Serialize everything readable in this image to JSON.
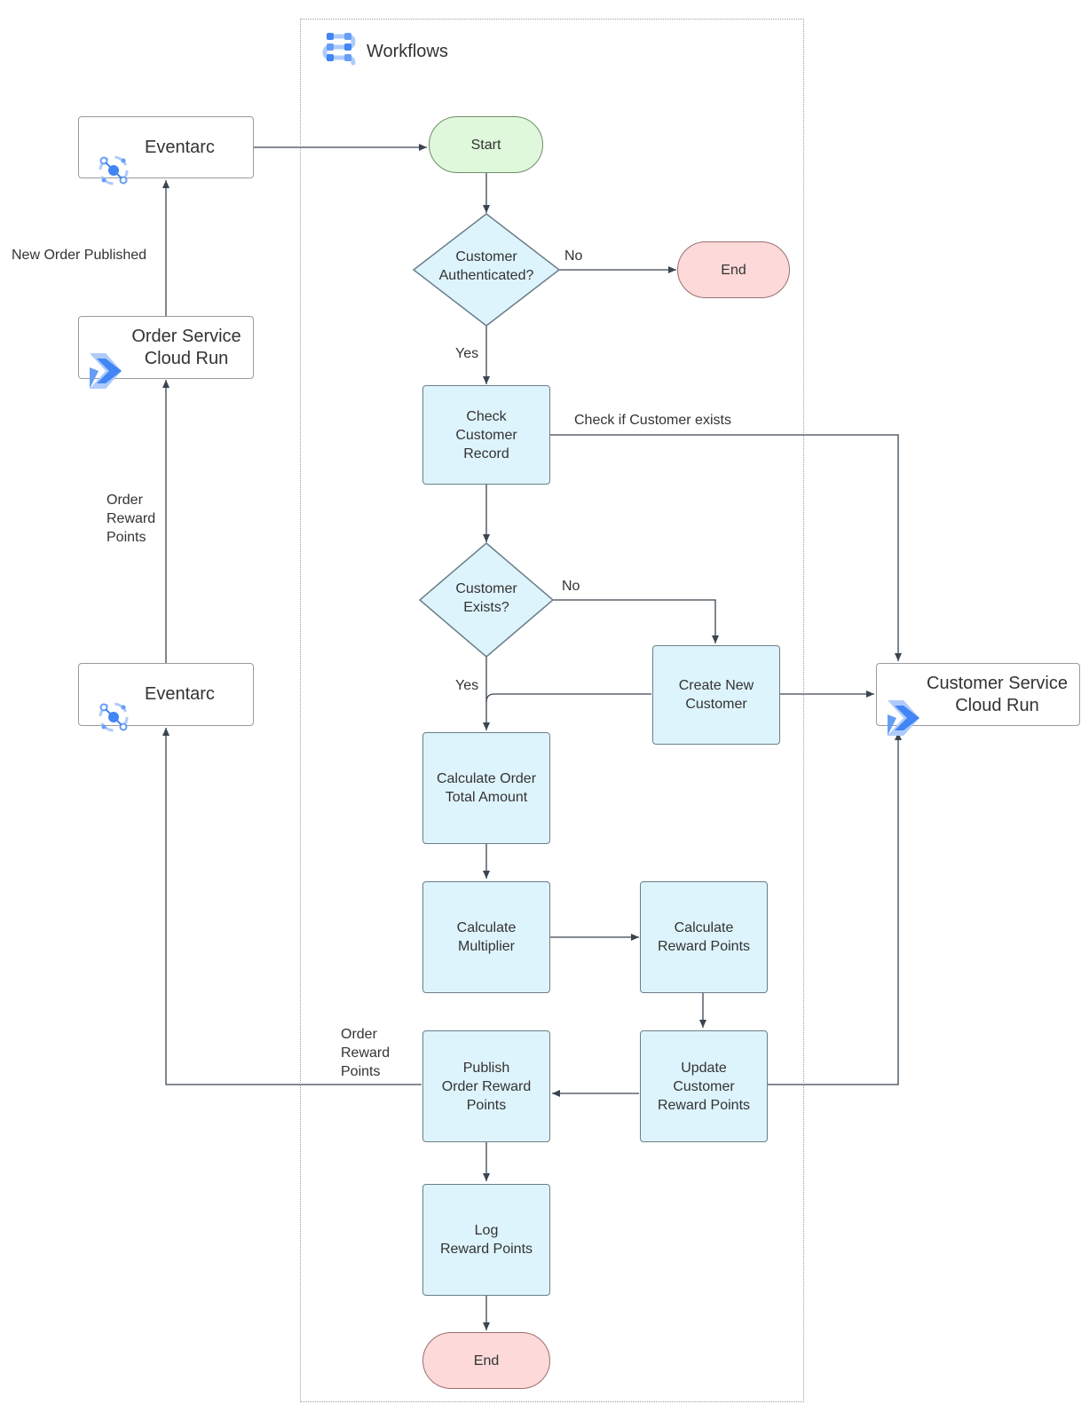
{
  "group": {
    "title": "Workflows",
    "icon": "workflows-icon"
  },
  "nodes": {
    "eventarc_top": "Eventarc",
    "order_service": "Order Service\nCloud Run",
    "eventarc_bottom": "Eventarc",
    "start": "Start",
    "customer_authenticated": "Customer\nAuthenticated?",
    "end_top": "End",
    "check_customer_record": "Check\nCustomer\nRecord",
    "customer_exists": "Customer\nExists?",
    "create_new_customer": "Create New\nCustomer",
    "customer_service": "Customer Service\nCloud Run",
    "calculate_order_total": "Calculate Order\nTotal Amount",
    "calculate_multiplier": "Calculate\nMultiplier",
    "calculate_reward_points": "Calculate\nReward Points",
    "publish_order_reward_points": "Publish\nOrder Reward\nPoints",
    "update_customer_reward_points": "Update\nCustomer\nReward Points",
    "log_reward_points": "Log\nReward Points",
    "end_bottom": "End"
  },
  "edge_labels": {
    "new_order_published": "New Order Published",
    "order_reward_points_left": "Order\nReward\nPoints",
    "auth_no": "No",
    "auth_yes": "Yes",
    "check_if_customer_exists": "Check if Customer exists",
    "exists_no": "No",
    "exists_yes": "Yes",
    "order_reward_points_publish": "Order\nReward\nPoints"
  },
  "icons": {
    "eventarc": "eventarc-icon",
    "cloud_run": "cloud-run-icon",
    "workflows": "workflows-icon"
  },
  "colors": {
    "process_fill": "#def4fc",
    "start_fill": "#dff7da",
    "end_fill": "#fdd9d9",
    "google_blue": "#4285f4"
  }
}
